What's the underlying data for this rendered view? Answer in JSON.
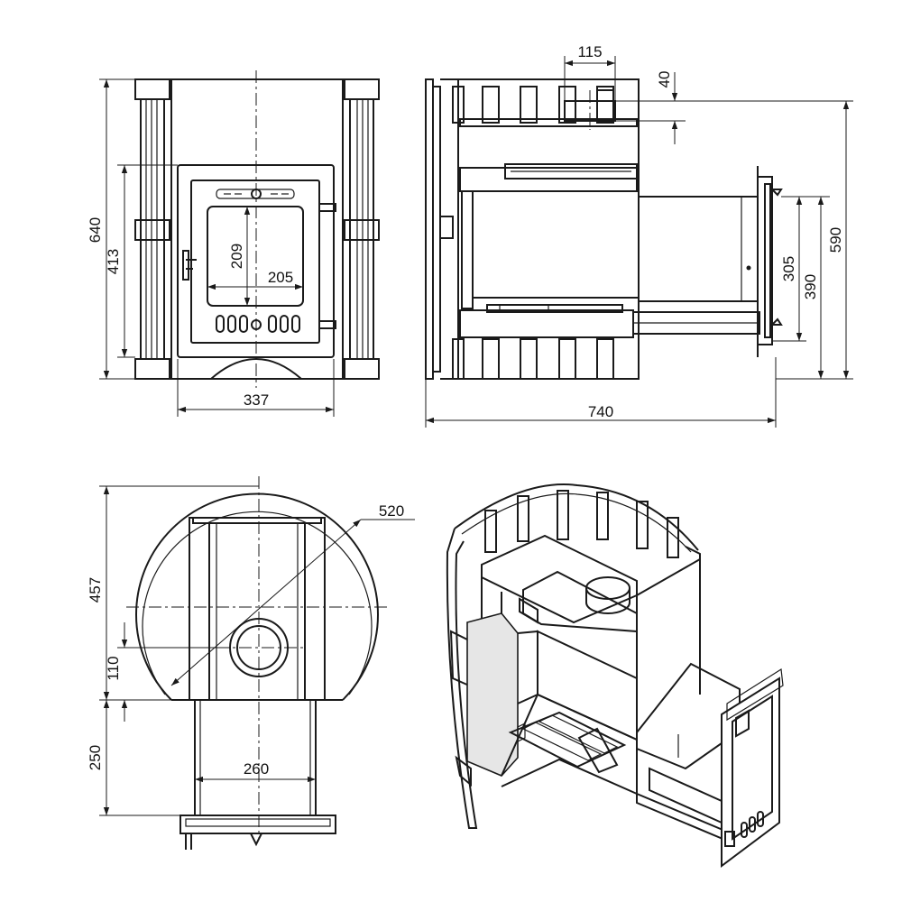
{
  "dimensions": {
    "front_height": "640",
    "front_door_height": "413",
    "front_glass_height": "209",
    "front_glass_width": "205",
    "front_door_width": "337",
    "side_flue_offset": "115",
    "side_flue_height": "40",
    "side_stove_height": "590",
    "side_tunnel_opening": "305",
    "side_tunnel_height": "390",
    "side_total_length": "740",
    "top_diameter": "520",
    "top_depth": "457",
    "top_flue_offset": "110",
    "top_tunnel_length": "250",
    "top_tunnel_width": "260"
  },
  "colors": {
    "line": "#1a1a1a",
    "background": "#ffffff"
  }
}
